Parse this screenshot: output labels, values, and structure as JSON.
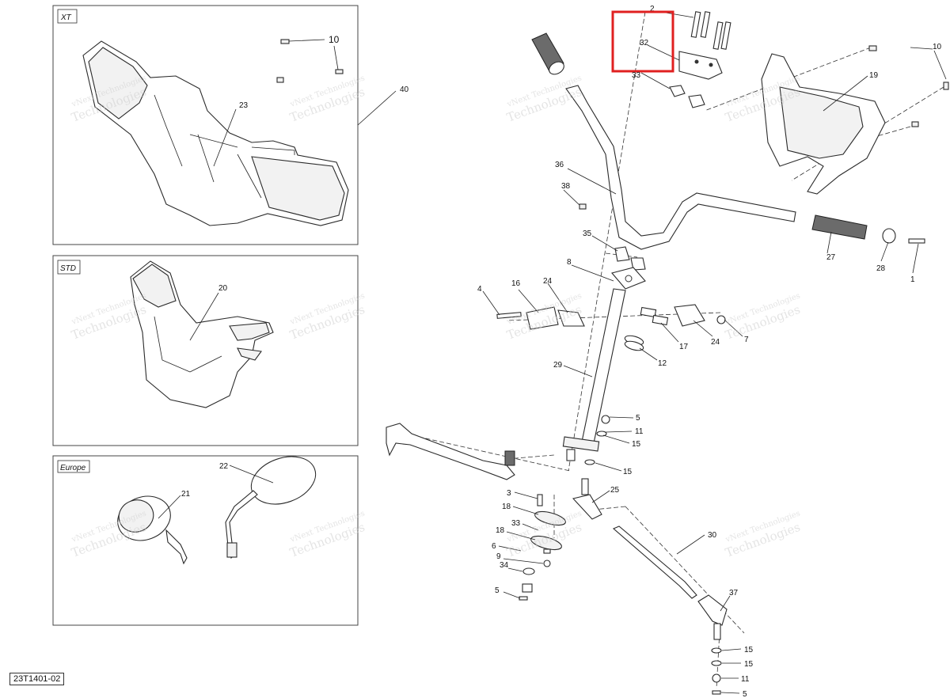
{
  "diagram_code": "23T1401-02",
  "insets": {
    "xt": "XT",
    "std": "STD",
    "europe": "Europe"
  },
  "watermark": {
    "line1": "vNext Technologies",
    "line2": "Technologies"
  },
  "highlight_color": "#e02020",
  "labels": {
    "l1": "1",
    "l2": "2",
    "l3": "3",
    "l4": "4",
    "l5a": "5",
    "l5b": "5",
    "l5c": "5",
    "l6": "6",
    "l7": "7",
    "l8": "8",
    "l9": "9",
    "l10a": "10",
    "l10b": "10",
    "l11a": "11",
    "l11b": "11",
    "l12": "12",
    "l15a": "15",
    "l15b": "15",
    "l15c": "15",
    "l15d": "15",
    "l16": "16",
    "l17": "17",
    "l18a": "18",
    "l18b": "18",
    "l19": "19",
    "l20": "20",
    "l21": "21",
    "l22": "22",
    "l23": "23",
    "l24a": "24",
    "l24b": "24",
    "l25": "25",
    "l27": "27",
    "l28": "28",
    "l29": "29",
    "l30": "30",
    "l32": "32",
    "l33a": "33",
    "l33b": "33",
    "l34": "34",
    "l35": "35",
    "l36": "36",
    "l37": "37",
    "l38": "38",
    "l40": "40"
  }
}
